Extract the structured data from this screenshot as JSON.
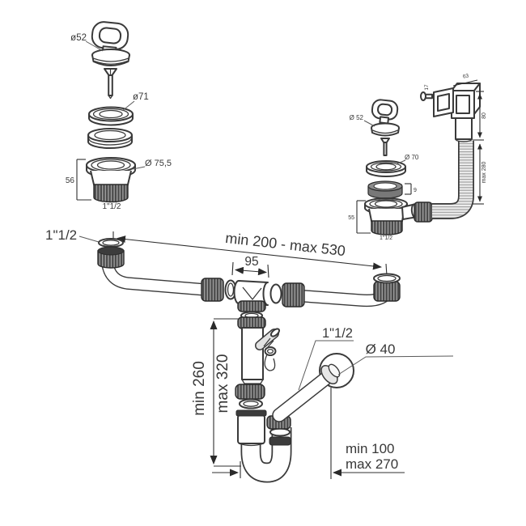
{
  "colors": {
    "background": "#ffffff",
    "line": "#3a3a3a",
    "dark_fill": "#3c3c3c",
    "dim_line": "#2f2f2f",
    "text": "#383838"
  },
  "top_left_strainer": {
    "plug_dia": "ø52",
    "flange_dia": "ø71",
    "body_dia": "Ø 75,5",
    "body_height": "56",
    "thread": "1\"1/2"
  },
  "top_right_strainer": {
    "plug_dia": "Ø 52",
    "screw_length": "17",
    "overflow_width": "63",
    "overflow_height": "80",
    "overflow_hose_length": "max 280",
    "flange_dia": "Ø 70",
    "gasket_height": "9",
    "body_height": "55",
    "thread": "1\"1/2"
  },
  "manifold": {
    "inlet_thread": "1\"1/2",
    "span": "min 200 - max 530",
    "tee_width": "95"
  },
  "siphon": {
    "height_min": "min 260",
    "height_max": "max 320",
    "outlet_thread": "1\"1/2",
    "outlet_dia": "Ø 40",
    "wall_distance_min": "min 100",
    "wall_distance_max": "max 270"
  }
}
